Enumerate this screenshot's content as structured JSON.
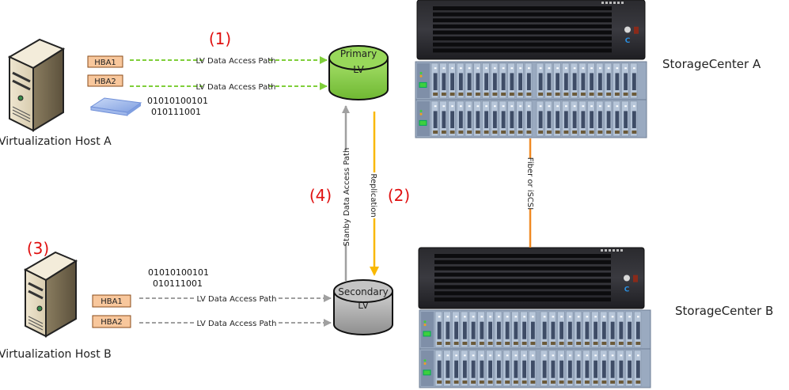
{
  "diagram": {
    "hosts": [
      {
        "id": "host-a",
        "label": "Virtualization Host A",
        "hbas": [
          "HBA1",
          "HBA2"
        ],
        "binary": [
          "01010100101",
          "010111001"
        ],
        "has_disk_tray": true
      },
      {
        "id": "host-b",
        "label": "Virtualization Host B",
        "hbas": [
          "HBA1",
          "HBA2"
        ],
        "binary": [
          "01010100101",
          "010111001"
        ],
        "step_marker": "(3)"
      }
    ],
    "volumes": {
      "primary": {
        "line1": "Primary",
        "line2": "LV",
        "color": "#8fd14f"
      },
      "secondary": {
        "line1": "Secondary",
        "line2": "LV",
        "color": "#b8b8b8"
      }
    },
    "paths": {
      "host_a_path_label": "LV Data Access Path",
      "host_b_path_label": "LV Data Access Path",
      "replication_label": "Replication",
      "standby_label": "Stanby Data Access Path",
      "interconnect_label": "Fiber or iSCSI"
    },
    "step_markers": {
      "one": "(1)",
      "two": "(2)",
      "three": "(3)",
      "four": "(4)"
    },
    "storage_centers": [
      {
        "label": "StorageCenter A"
      },
      {
        "label": "StorageCenter B"
      }
    ],
    "colors": {
      "active_path": "#7fcf3a",
      "standby_path": "#a0a0a0",
      "replication": "#f9b800",
      "interconnect": "#f08a24",
      "step_marker": "#e01010",
      "hba_fill": "#f8c79c"
    }
  }
}
